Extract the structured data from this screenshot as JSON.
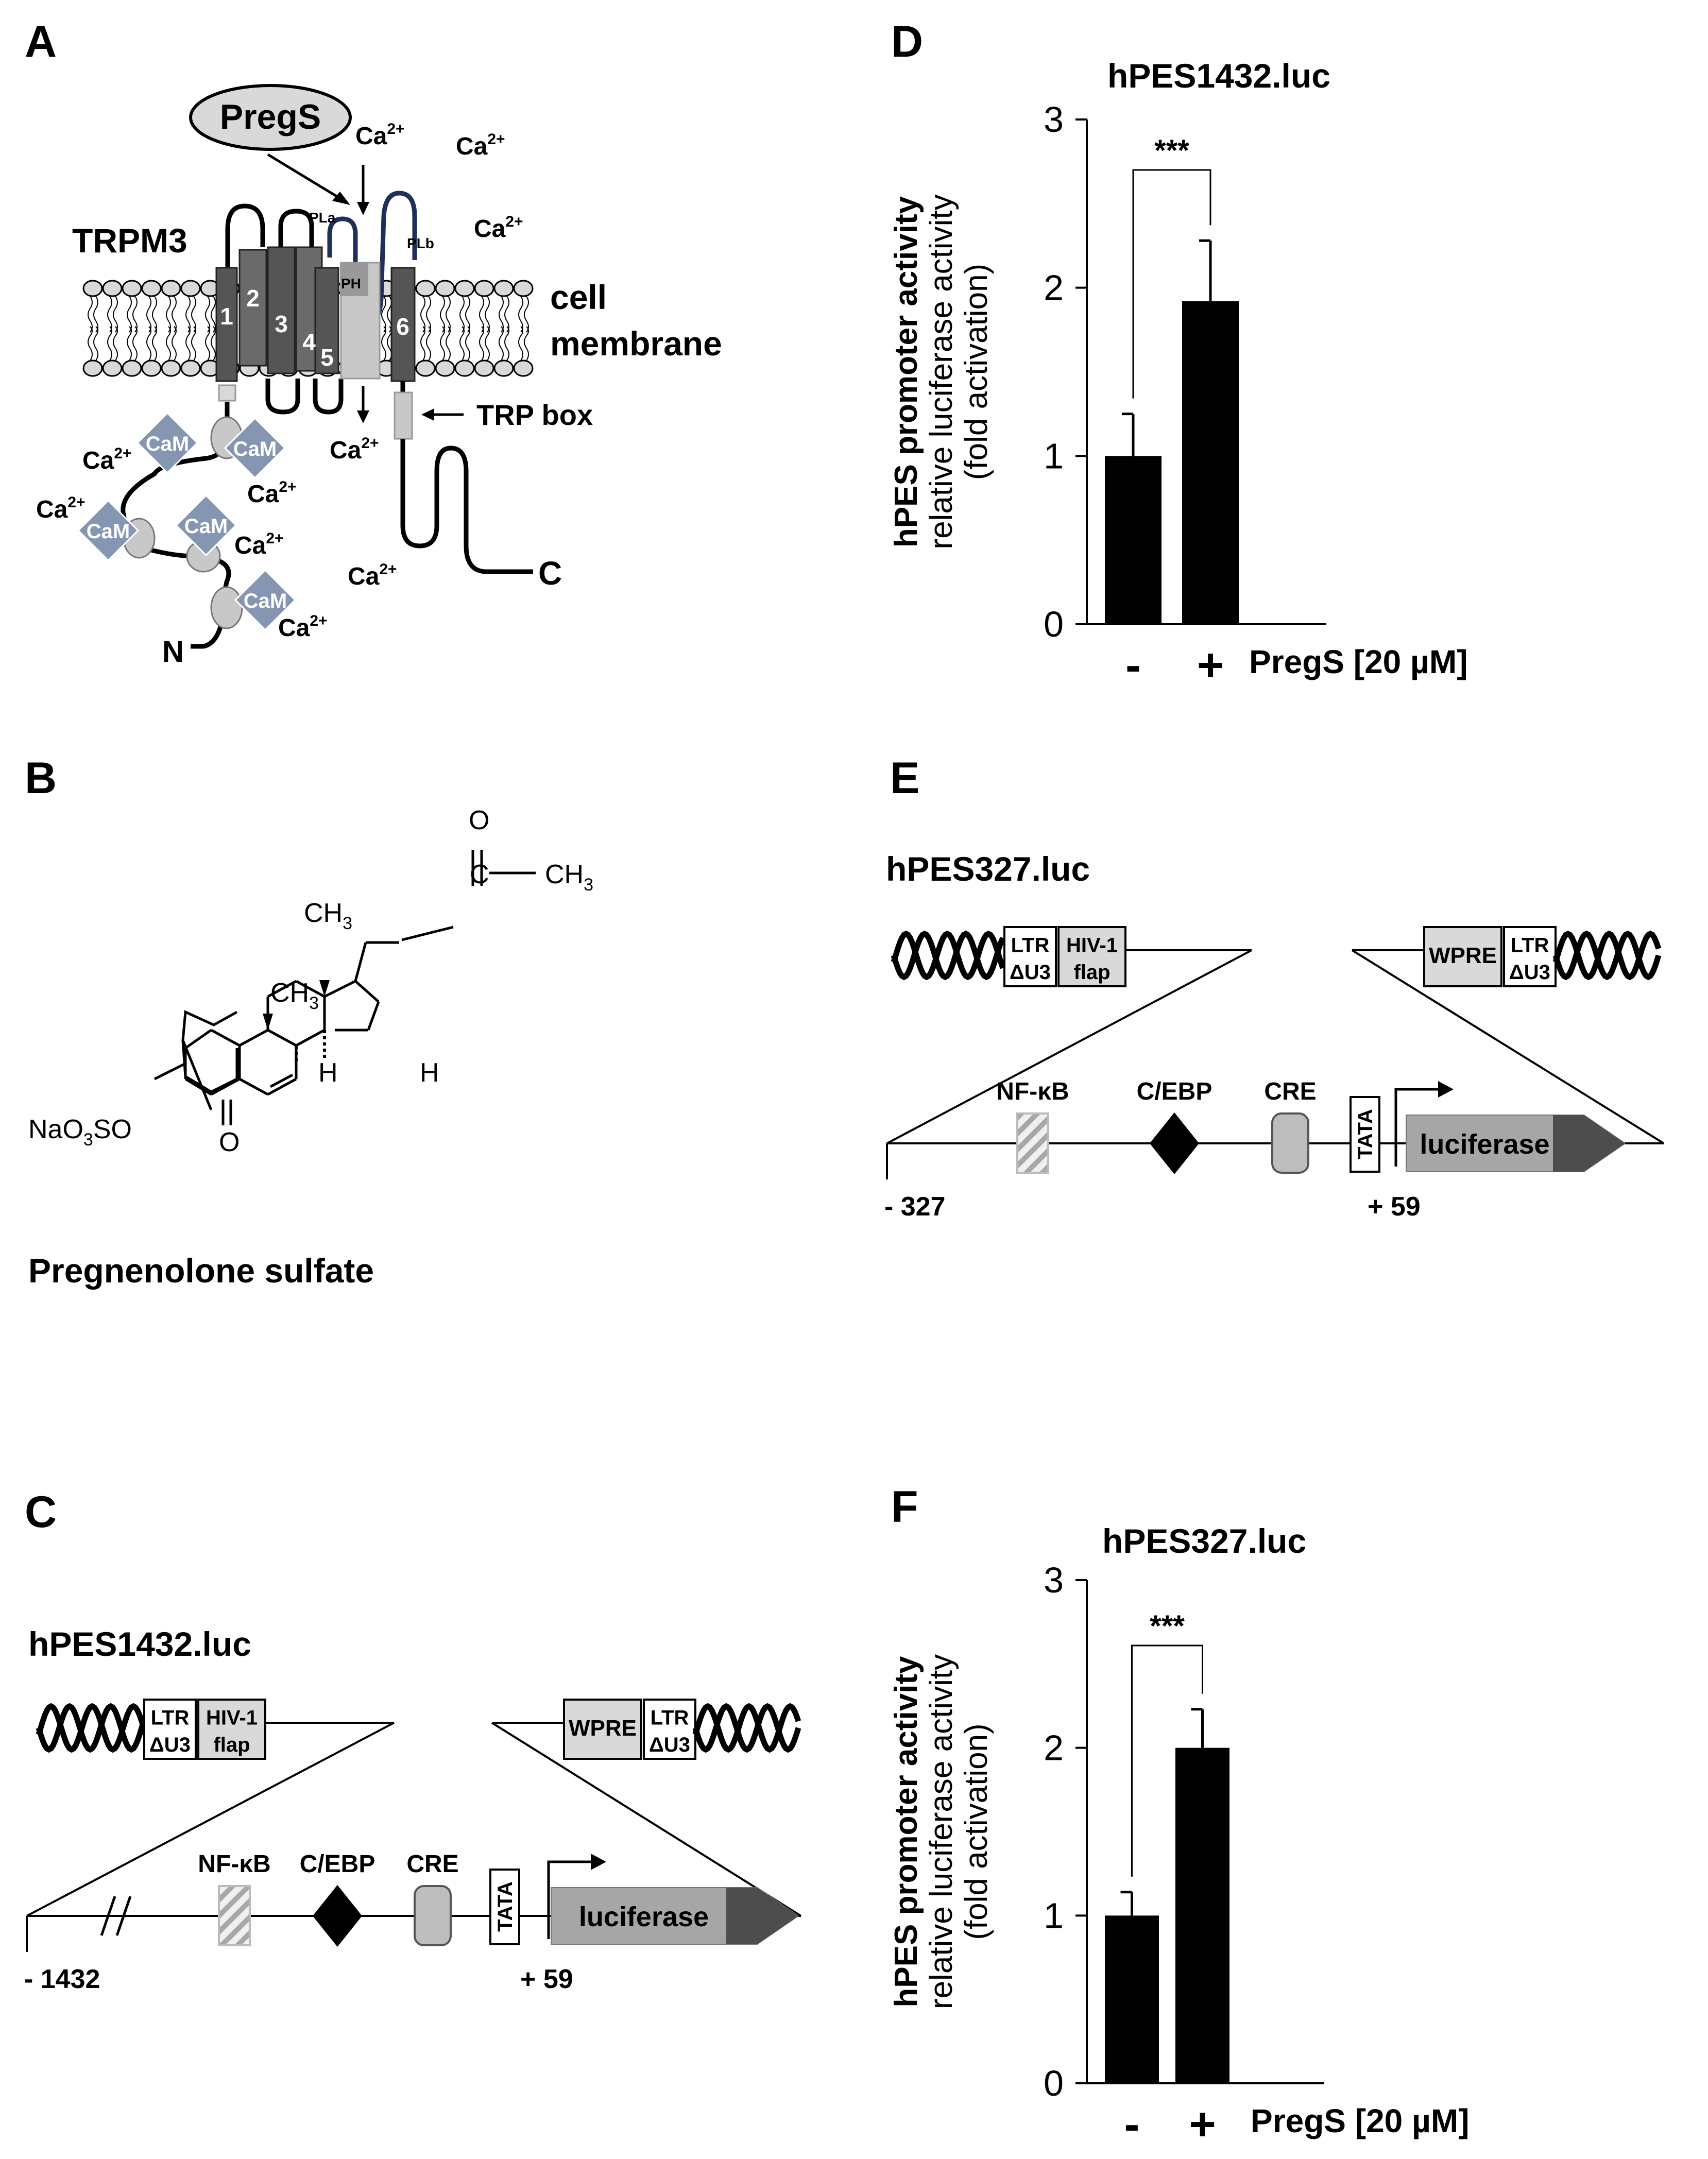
{
  "colors": {
    "bar": "#000000",
    "box_gray": "#d9d9d9",
    "helix_dark": "#555555",
    "helix_light": "#c8c8c8",
    "loop_blue": "#1f2f5a",
    "cam_fill": "#8596b3",
    "cre_fill": "#bdbdbd",
    "luc_fill": "#a6a6a6",
    "luc_dark": "#4d4d4d"
  },
  "panelA": {
    "label": "A",
    "ligand": "PregS",
    "channel": "TRPM3",
    "membrane": [
      "cell",
      "membrane"
    ],
    "helices": [
      "1",
      "2",
      "3",
      "4",
      "5",
      "6"
    ],
    "pore_loop_a": "PLa",
    "pore_loop_b": "PLb",
    "pore_helix": "PH",
    "trp_box": "TRP box",
    "cam": "CaM",
    "ion": "Ca",
    "ion_charge": "2+",
    "n_term": "N",
    "c_term": "C"
  },
  "panelB": {
    "label": "B",
    "compound_name": "Pregnenolone sulfate",
    "atoms": {
      "carbonyl_o": "O",
      "carbonyl_c": "C",
      "methyl": "CH",
      "methyl_sub": "3",
      "hydrogen": "H",
      "ring_oxo": "O",
      "sulfate_a": "NaO",
      "sulfate_sub": "3",
      "sulfate_b": "SO"
    }
  },
  "panelC": {
    "label": "C",
    "construct": "hPES1432.luc",
    "ltr": [
      "LTR",
      "ΔU3"
    ],
    "flap": [
      "HIV-1",
      "flap"
    ],
    "wpre": "WPRE",
    "nfkb": "NF-κB",
    "cebp": "C/EBP",
    "cre": "CRE",
    "tata": "TATA",
    "reporter": "luciferase",
    "start": "- 1432",
    "end": "+ 59"
  },
  "panelE": {
    "label": "E",
    "construct": "hPES327.luc",
    "ltr": [
      "LTR",
      "ΔU3"
    ],
    "flap": [
      "HIV-1",
      "flap"
    ],
    "wpre": "WPRE",
    "nfkb": "NF-κB",
    "cebp": "C/EBP",
    "cre": "CRE",
    "tata": "TATA",
    "reporter": "luciferase",
    "start": "- 327",
    "end": "+ 59"
  },
  "chart_data": [
    {
      "panel": "D",
      "type": "bar",
      "title": "hPES1432.luc",
      "ylabel_lines": [
        "hPES promoter activity",
        "relative luciferase activity",
        "(fold activation)"
      ],
      "categories": [
        "-",
        "+"
      ],
      "x_annotation": "PregS [20 µM]",
      "values": [
        1.0,
        1.92
      ],
      "errors": [
        0.25,
        0.36
      ],
      "ylim": [
        0,
        3
      ],
      "yticks": [
        "0",
        "1",
        "2",
        "3"
      ],
      "significance": "***"
    },
    {
      "panel": "F",
      "type": "bar",
      "title": "hPES327.luc",
      "ylabel_lines": [
        "hPES promoter activity",
        "relative luciferase activity",
        "(fold activation)"
      ],
      "categories": [
        "-",
        "+"
      ],
      "x_annotation": "PregS [20 µM]",
      "values": [
        1.0,
        2.0
      ],
      "errors": [
        0.14,
        0.23
      ],
      "ylim": [
        0,
        3
      ],
      "yticks": [
        "0",
        "1",
        "2",
        "3"
      ],
      "significance": "***"
    }
  ]
}
